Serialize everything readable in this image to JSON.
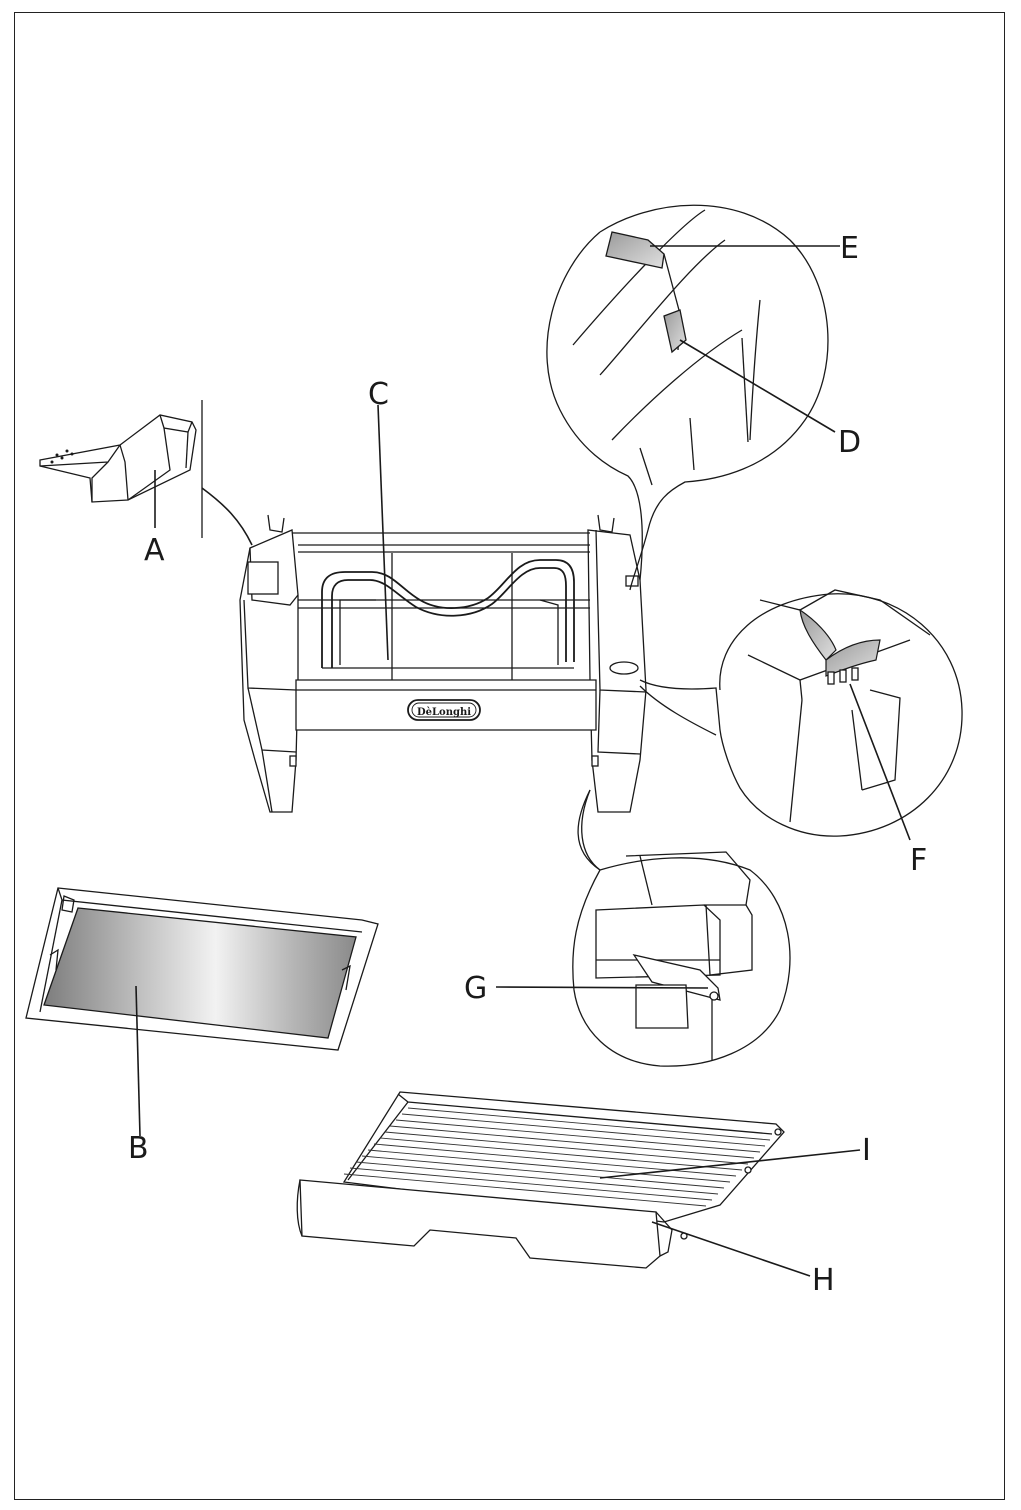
{
  "labels": {
    "A": "A",
    "B": "B",
    "C": "C",
    "D": "D",
    "E": "E",
    "F": "F",
    "G": "G",
    "H": "H",
    "I": "I"
  },
  "brand_logo": "DèLonghi",
  "colors": {
    "line": "#1a1a1a",
    "plate_dark": "#8a8a8a",
    "plate_light": "#e6e6e6"
  }
}
